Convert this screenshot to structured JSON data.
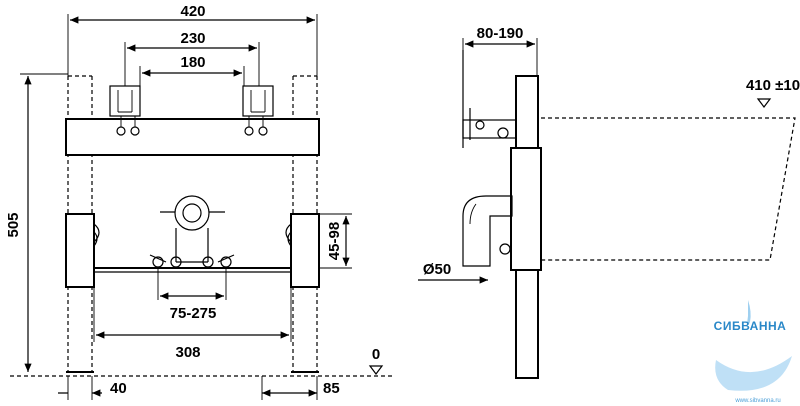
{
  "front_view": {
    "width_total": "420",
    "width_230": "230",
    "width_180": "180",
    "height_total": "505",
    "height_adjust": "45-98",
    "span_adjust": "75-275",
    "span_308": "308",
    "foot_left": "40",
    "foot_right": "85",
    "floor_level": "0"
  },
  "side_view": {
    "depth_range": "80-190",
    "bowl_height": "410 ±10",
    "drain_diameter": "Ø50"
  },
  "watermark": {
    "brand": "СИБВАННА",
    "site": "www.sibvanna.ru"
  }
}
